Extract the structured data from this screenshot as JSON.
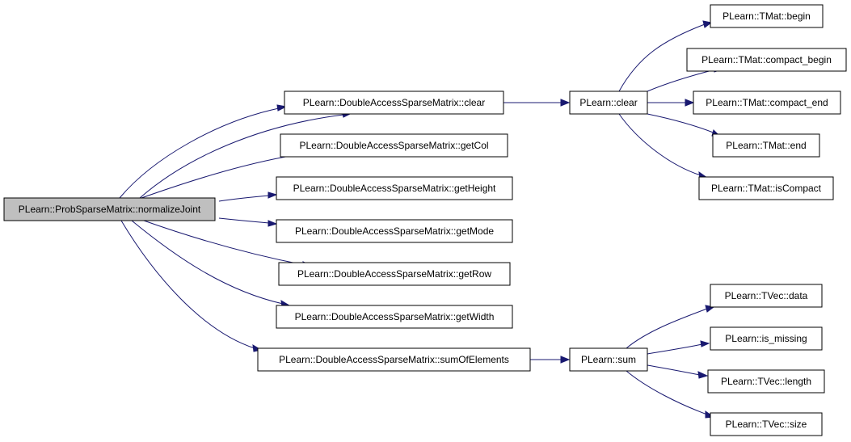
{
  "colors": {
    "edge": "#191970",
    "node_fill": "#ffffff",
    "root_fill": "#bfbfbf",
    "border": "#000000"
  },
  "nodes": [
    {
      "id": "n0",
      "label": "PLearn::ProbSparseMatrix::normalizeJoint",
      "root": true
    },
    {
      "id": "n1",
      "label": "PLearn::DoubleAccessSparseMatrix::clear"
    },
    {
      "id": "n2",
      "label": "PLearn::clear"
    },
    {
      "id": "n3",
      "label": "PLearn::TMat::begin"
    },
    {
      "id": "n4",
      "label": "PLearn::TMat::compact_begin"
    },
    {
      "id": "n5",
      "label": "PLearn::TMat::compact_end"
    },
    {
      "id": "n6",
      "label": "PLearn::TMat::end"
    },
    {
      "id": "n7",
      "label": "PLearn::TMat::isCompact"
    },
    {
      "id": "n8",
      "label": "PLearn::DoubleAccessSparseMatrix::getCol"
    },
    {
      "id": "n9",
      "label": "PLearn::DoubleAccessSparseMatrix::getHeight"
    },
    {
      "id": "n10",
      "label": "PLearn::DoubleAccessSparseMatrix::getMode"
    },
    {
      "id": "n11",
      "label": "PLearn::DoubleAccessSparseMatrix::getRow"
    },
    {
      "id": "n12",
      "label": "PLearn::DoubleAccessSparseMatrix::getWidth"
    },
    {
      "id": "n13",
      "label": "PLearn::DoubleAccessSparseMatrix::sumOfElements"
    },
    {
      "id": "n14",
      "label": "PLearn::sum"
    },
    {
      "id": "n15",
      "label": "PLearn::TVec::data"
    },
    {
      "id": "n16",
      "label": "PLearn::is_missing"
    },
    {
      "id": "n17",
      "label": "PLearn::TVec::length"
    },
    {
      "id": "n18",
      "label": "PLearn::TVec::size"
    }
  ],
  "edges": [
    {
      "from": "n0",
      "to": "n1"
    },
    {
      "from": "n0",
      "to": "n1"
    },
    {
      "from": "n0",
      "to": "n8"
    },
    {
      "from": "n0",
      "to": "n9"
    },
    {
      "from": "n0",
      "to": "n10"
    },
    {
      "from": "n0",
      "to": "n11"
    },
    {
      "from": "n0",
      "to": "n12"
    },
    {
      "from": "n0",
      "to": "n13"
    },
    {
      "from": "n1",
      "to": "n2"
    },
    {
      "from": "n2",
      "to": "n3"
    },
    {
      "from": "n2",
      "to": "n4"
    },
    {
      "from": "n2",
      "to": "n5"
    },
    {
      "from": "n2",
      "to": "n6"
    },
    {
      "from": "n2",
      "to": "n7"
    },
    {
      "from": "n13",
      "to": "n14"
    },
    {
      "from": "n14",
      "to": "n15"
    },
    {
      "from": "n14",
      "to": "n16"
    },
    {
      "from": "n14",
      "to": "n17"
    },
    {
      "from": "n14",
      "to": "n18"
    }
  ]
}
